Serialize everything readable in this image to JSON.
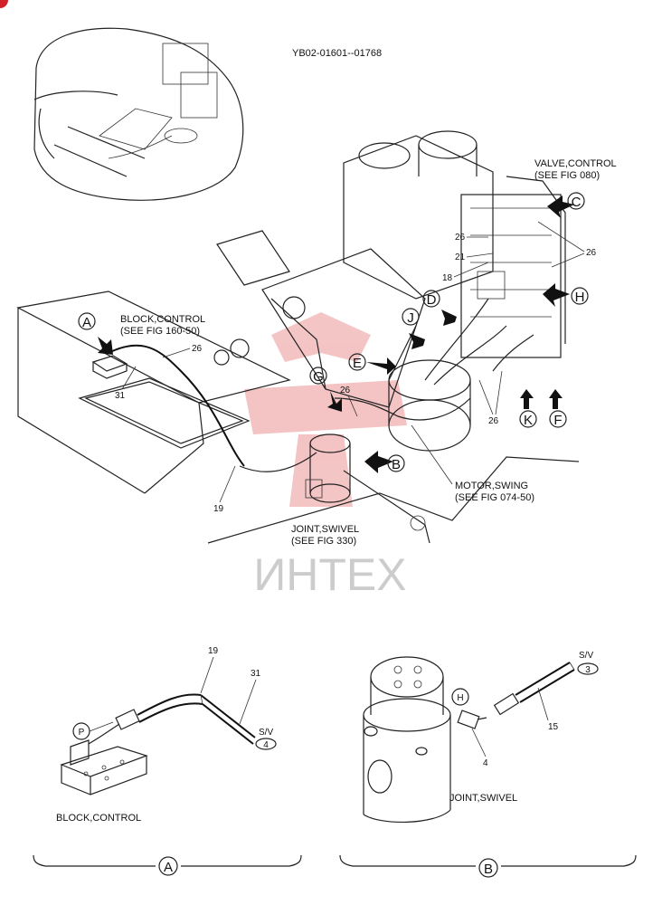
{
  "serial_range": "YB02-01601--01768",
  "watermark": "ИНТЕХ",
  "labels": {
    "valve_control": "VALVE,CONTROL",
    "valve_control_ref": "(SEE FIG 080)",
    "block_control": "BLOCK,CONTROL",
    "block_control_ref": "(SEE FIG 160-50)",
    "motor_swing": "MOTOR,SWING",
    "motor_swing_ref": "(SEE FIG 074-50)",
    "joint_swivel": "JOINT,SWIVEL",
    "joint_swivel_ref": "(SEE FIG 330)",
    "block_control_detail": "BLOCK,CONTROL",
    "joint_swivel_detail": "JOINT,SWIVEL"
  },
  "callouts": {
    "A": "A",
    "B": "B",
    "C": "C",
    "D": "D",
    "E": "E",
    "F": "F",
    "G": "G",
    "H": "H",
    "J": "J",
    "K": "K"
  },
  "part_numbers": {
    "p26_top": "26",
    "p21": "21",
    "p18": "18",
    "p26_right": "26",
    "p26_block": "26",
    "p31_block": "31",
    "p26_g": "26",
    "p26_bottom": "26",
    "p19_main": "19",
    "p19_detail": "19",
    "p31_detail": "31",
    "p15_detail": "15",
    "p4_detail": "4"
  },
  "detail_tags": {
    "sv_a": "S/V",
    "sv_a_port": "4",
    "p_port": "P",
    "sv_b": "S/V",
    "sv_b_port": "3",
    "h_port": "H"
  },
  "section_marks": {
    "detail_a": "A",
    "detail_b": "B"
  },
  "colors": {
    "ink": "#111111",
    "watermark": "#e05a5a",
    "corner_mark": "#d0202a"
  }
}
